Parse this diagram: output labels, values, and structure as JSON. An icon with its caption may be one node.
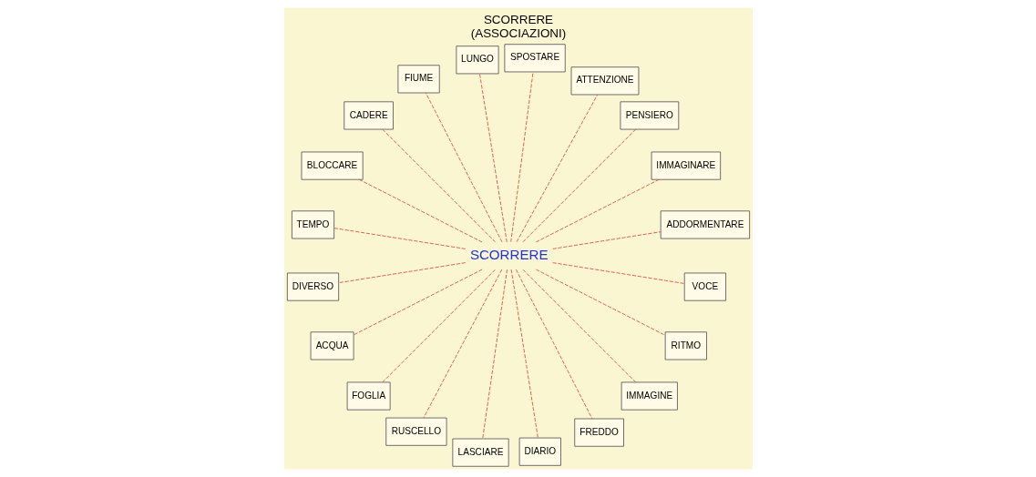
{
  "diagram": {
    "title": "SCORRERE",
    "caption": "(ASSOCIAZIONI)",
    "nodes": [
      {
        "text": [
          "SCORRERE"
        ]
      },
      {
        "text": [
          "ADDORMENTARE"
        ]
      },
      {
        "text": [
          "IMMAGINARE"
        ]
      },
      {
        "text": [
          "PENSIERO"
        ]
      },
      {
        "text": [
          "ATTENZIONE"
        ]
      },
      {
        "text": [
          "SPOSTARE"
        ]
      },
      {
        "text": [
          "LUNGO"
        ]
      },
      {
        "text": [
          "FIUME"
        ]
      },
      {
        "text": [
          "CADERE"
        ]
      },
      {
        "text": [
          "BLOCCARE"
        ]
      },
      {
        "text": [
          "TEMPO"
        ]
      },
      {
        "text": [
          "DIVERSO"
        ]
      },
      {
        "text": [
          "ACQUA"
        ]
      },
      {
        "text": [
          "FOGLIA"
        ]
      },
      {
        "text": [
          "RUSCELLO"
        ]
      },
      {
        "text": [
          "LASCIARE"
        ]
      },
      {
        "text": [
          "DIARIO"
        ]
      },
      {
        "text": [
          "FREDDO"
        ]
      },
      {
        "text": [
          "IMMAGINE"
        ]
      },
      {
        "text": [
          "RITMO"
        ]
      },
      {
        "text": [
          "VOCE"
        ]
      }
    ],
    "edges": [
      {
        "from": 0,
        "to": 1,
        "arrow": "none"
      },
      {
        "from": 0,
        "to": 2,
        "arrow": "none"
      },
      {
        "from": 0,
        "to": 3,
        "arrow": "none"
      },
      {
        "from": 0,
        "to": 4,
        "arrow": "none"
      },
      {
        "from": 0,
        "to": 5,
        "arrow": "none"
      },
      {
        "from": 0,
        "to": 6,
        "arrow": "none"
      },
      {
        "from": 0,
        "to": 7,
        "arrow": "none"
      },
      {
        "from": 0,
        "to": 8,
        "arrow": "none"
      },
      {
        "from": 0,
        "to": 9,
        "arrow": "none"
      },
      {
        "from": 0,
        "to": 10,
        "arrow": "none"
      },
      {
        "from": 0,
        "to": 11,
        "arrow": "none"
      },
      {
        "from": 0,
        "to": 12,
        "arrow": "none"
      },
      {
        "from": 0,
        "to": 13,
        "arrow": "none"
      },
      {
        "from": 0,
        "to": 14,
        "arrow": "none"
      },
      {
        "from": 0,
        "to": 15,
        "arrow": "none"
      },
      {
        "from": 0,
        "to": 16,
        "arrow": "none"
      },
      {
        "from": 0,
        "to": 17,
        "arrow": "none"
      },
      {
        "from": 0,
        "to": 18,
        "arrow": "none"
      },
      {
        "from": 0,
        "to": 19,
        "arrow": "none"
      },
      {
        "from": 0,
        "to": 20,
        "arrow": "none"
      }
    ]
  }
}
